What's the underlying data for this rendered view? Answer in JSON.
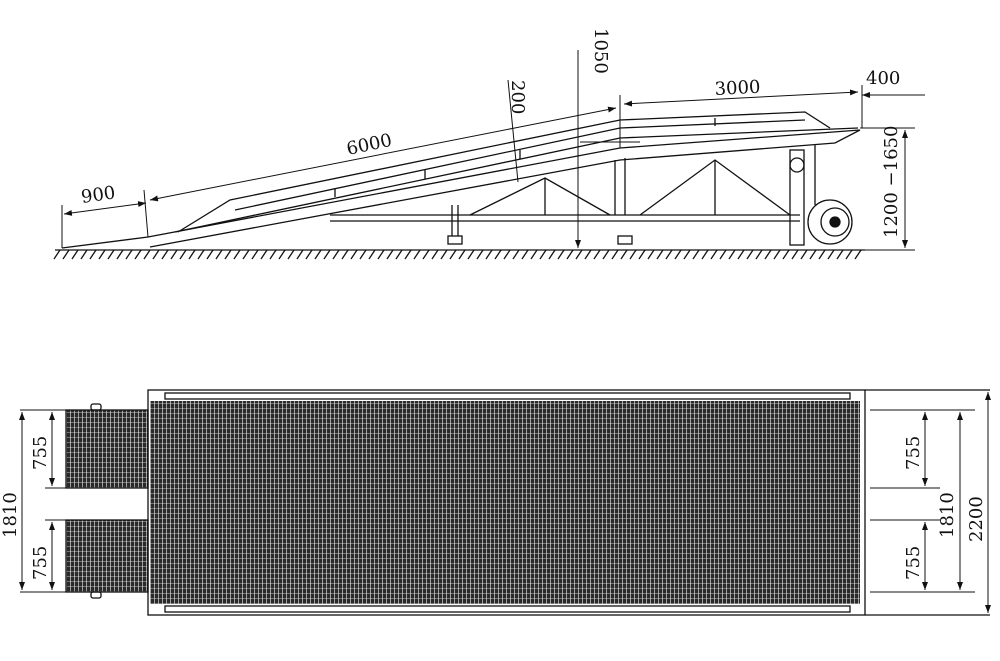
{
  "side_view": {
    "dimensions": {
      "lip_length": "900",
      "ramp_length": "6000",
      "beam_height": "200",
      "rise": "1050",
      "platform_length": "3000",
      "overhang": "400",
      "height_range": "1200 −1650"
    }
  },
  "top_view": {
    "dimensions": {
      "left_lip_width_top": "755",
      "left_lip_width_bottom": "755",
      "left_total": "1810",
      "right_lip_width_top": "755",
      "right_lip_width_bottom": "755",
      "right_total": "1810",
      "overall_width": "2200"
    }
  },
  "colors": {
    "line": "#111111",
    "mesh": "#2a2a2a"
  }
}
